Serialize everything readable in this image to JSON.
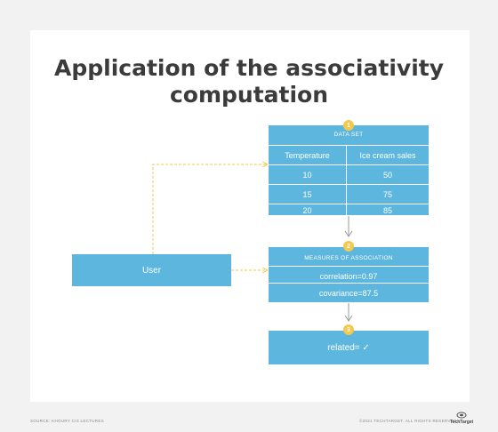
{
  "title_line1": "Application of the associativity",
  "title_line2": "computation",
  "data_set": {
    "step": "1",
    "label": "DATA SET",
    "headers": [
      "Temperature",
      "Ice cream sales"
    ],
    "rows": [
      [
        "10",
        "50"
      ],
      [
        "15",
        "75"
      ],
      [
        "20",
        "85"
      ]
    ]
  },
  "measures": {
    "step": "2",
    "label": "MEASURES OF ASSOCIATION",
    "items": [
      "correlation=0.97",
      "covariance=87.5"
    ]
  },
  "result": {
    "step": "3",
    "label": "related= ✓"
  },
  "user_label": "User",
  "footer": {
    "source": "SOURCE: KHOURY CIS LECTURES",
    "copyright": "©2021 TECHTARGET. ALL RIGHTS RESERVED.",
    "brand": "TechTarget"
  },
  "colors": {
    "box": "#5cb6de",
    "badge": "#f3c84c",
    "dashed_connector": "#f3c84c",
    "arrow": "#9a9a9a"
  }
}
